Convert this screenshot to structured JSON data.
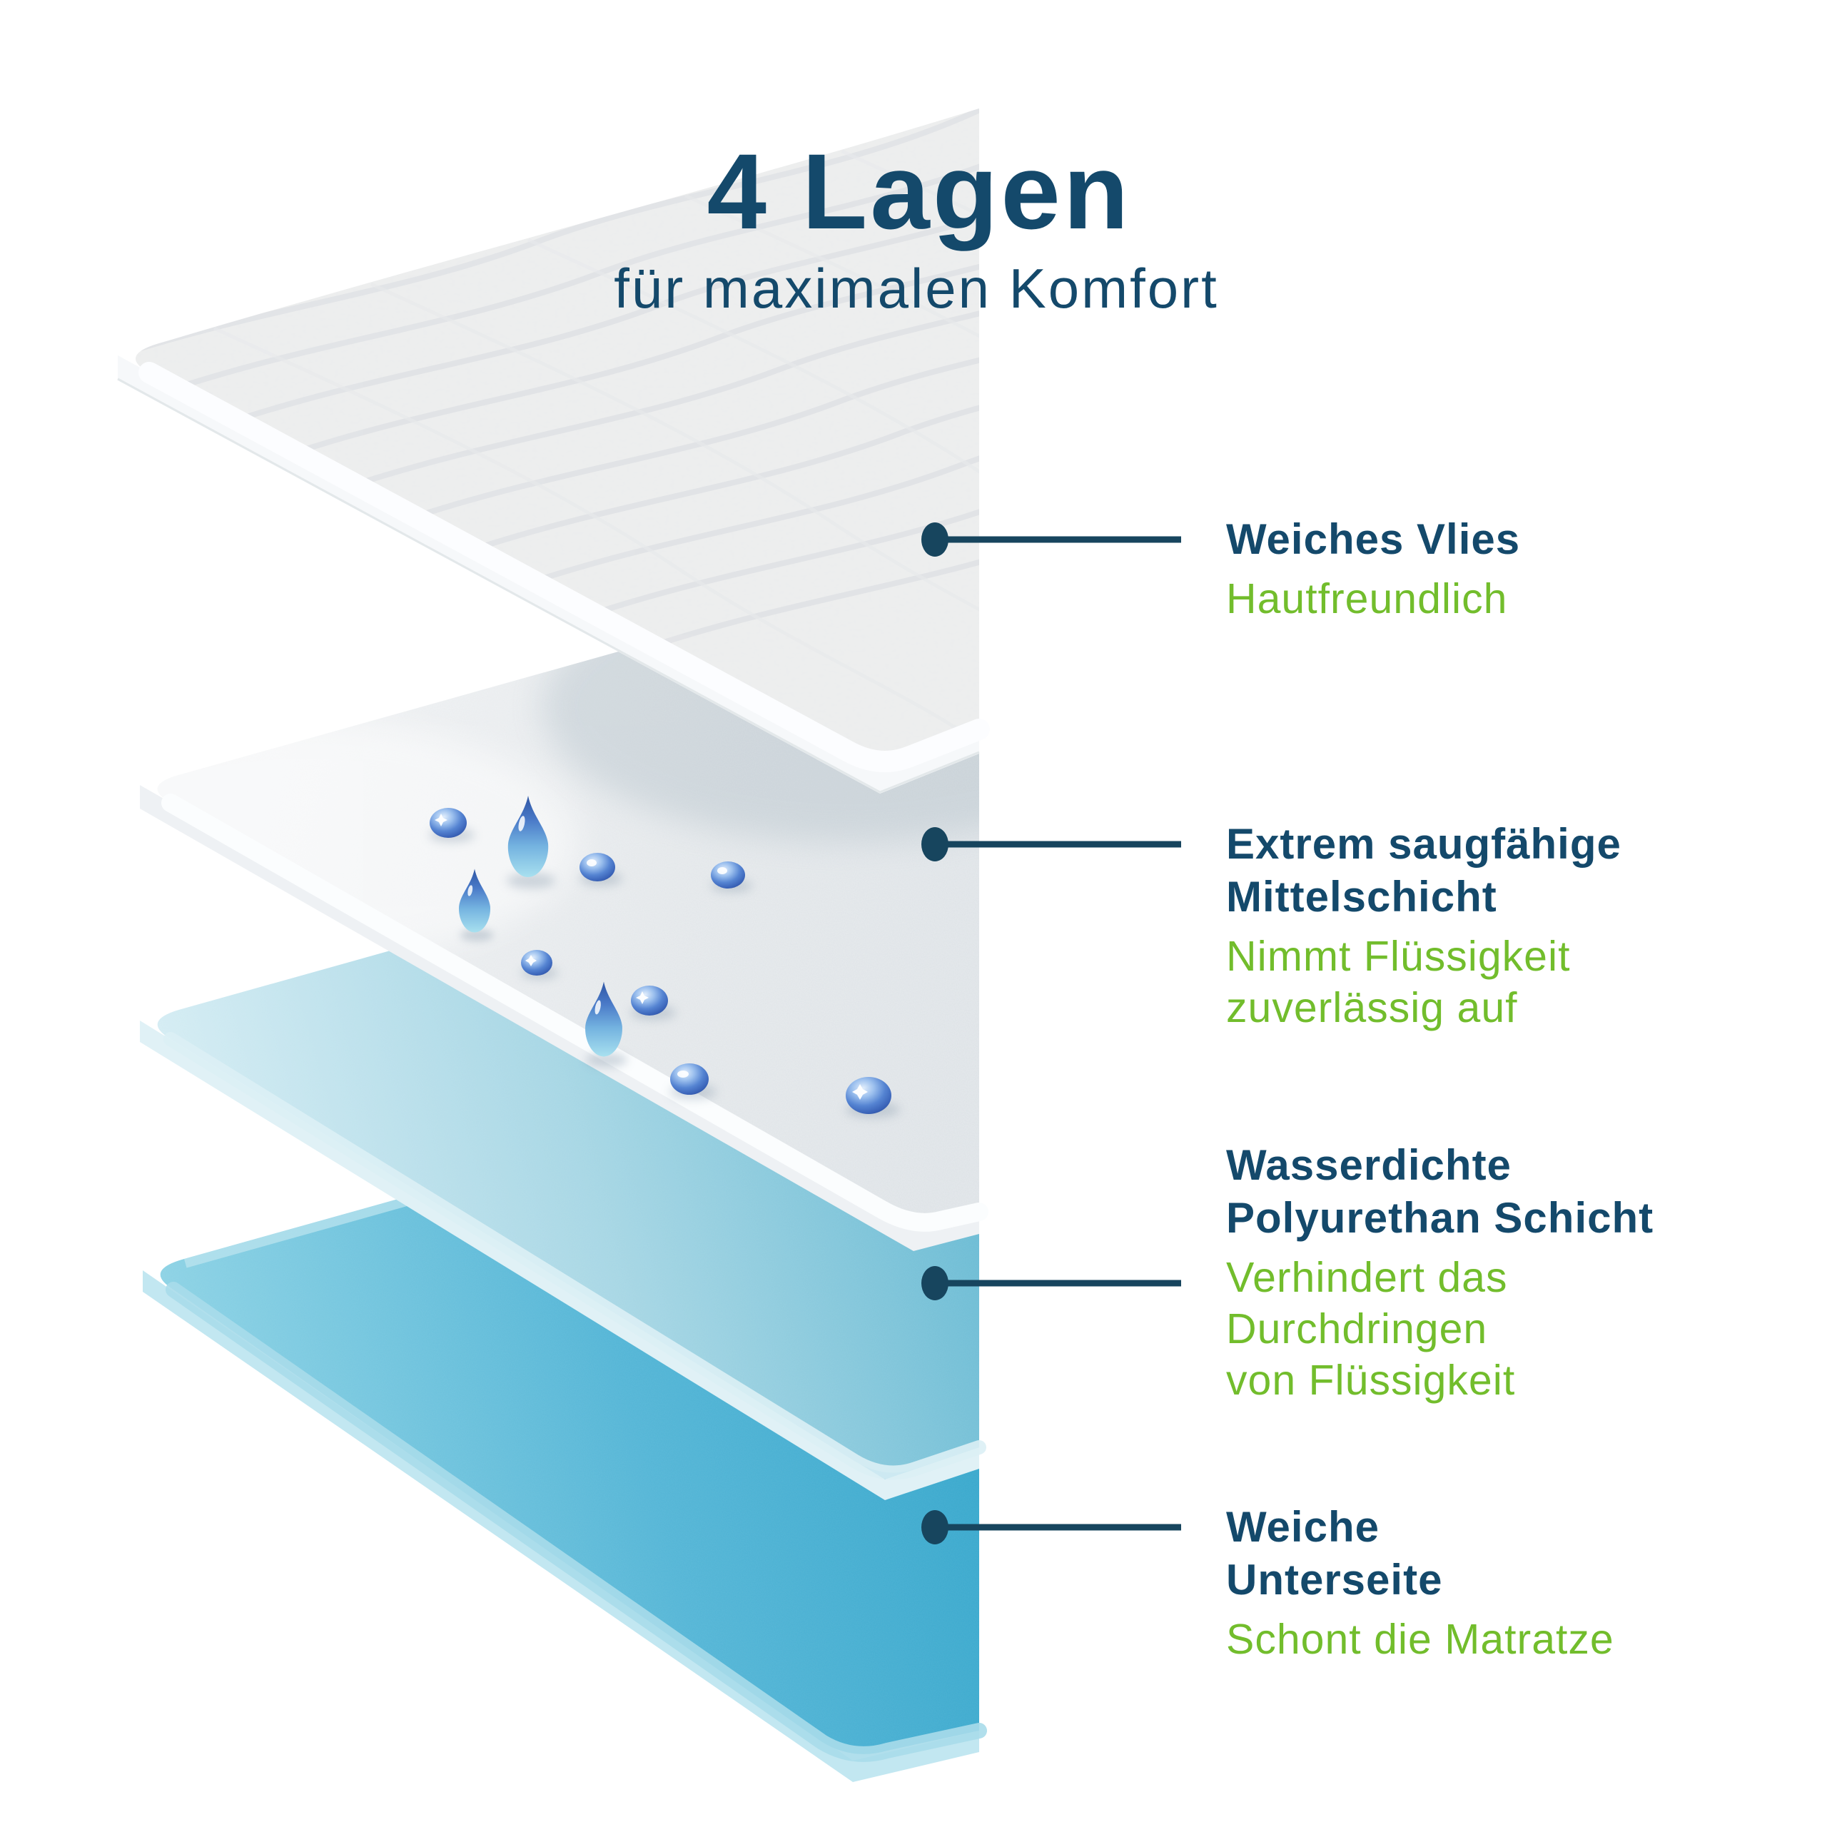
{
  "title": "4 Lagen",
  "subtitle": "für maximalen Komfort",
  "callouts": [
    {
      "id": "weiches-vlies",
      "heading_lines": [
        "Weiches Vlies"
      ],
      "desc_lines": [
        "Hautfreundlich"
      ]
    },
    {
      "id": "saugfaehige-mittelschicht",
      "heading_lines": [
        "Extrem saugfähige",
        "Mittelschicht"
      ],
      "desc_lines": [
        "Nimmt Flüssigkeit",
        "zuverlässig auf"
      ]
    },
    {
      "id": "polyurethan-schicht",
      "heading_lines": [
        "Wasserdichte",
        "Polyurethan Schicht"
      ],
      "desc_lines": [
        "Verhindert das",
        "Durchdringen",
        "von Flüssigkeit"
      ]
    },
    {
      "id": "weiche-unterseite",
      "heading_lines": [
        "Weiche",
        "Unterseite"
      ],
      "desc_lines": [
        "Schont die Matratze"
      ]
    }
  ],
  "colors": {
    "heading_navy": "#14496b",
    "accent_green": "#72bd2c",
    "callout_line_navy": "#17455e",
    "layer1_fleece_white": "#eeeff0",
    "layer2_fabric_gray": "#e2e6e9",
    "layer3_blue_light": "#a6d6e4",
    "layer3_blue_deep": "#58b3cf",
    "layer4_cyan_light": "#8ed3e5",
    "layer4_cyan_deep": "#2ea3c9",
    "droplet_blue": "#4a7ac6"
  },
  "diagram": {
    "layer_count": 4,
    "layer_ids": [
      "soft-fleece-top",
      "absorbent-middle-layer",
      "waterproof-polyurethane-layer",
      "soft-underside"
    ],
    "droplet_count": 10
  }
}
